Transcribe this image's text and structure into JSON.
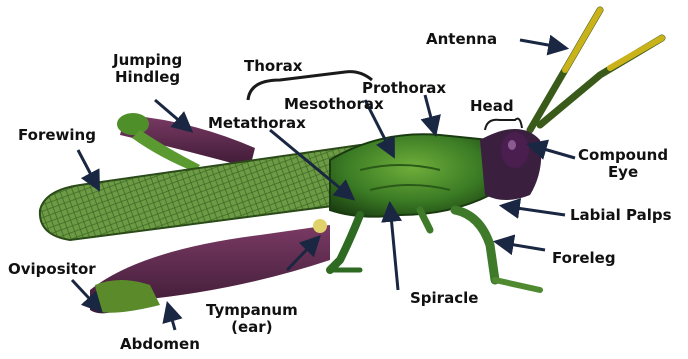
{
  "labels": {
    "antenna": "Antenna",
    "jumping_hindleg_line1": "Jumping",
    "jumping_hindleg_line2": "Hindleg",
    "thorax": "Thorax",
    "prothorax": "Prothorax",
    "mesothorax": "Mesothorax",
    "head": "Head",
    "metathorax": "Metathorax",
    "forewing": "Forewing",
    "compound_eye_line1": "Compound",
    "compound_eye_line2": "Eye",
    "labial_palps": "Labial Palps",
    "ovipositor": "Ovipositor",
    "foreleg": "Foreleg",
    "tympanum_line1": "Tympanum",
    "tympanum_line2": "(ear)",
    "spiracle": "Spiracle",
    "abdomen": "Abdomen"
  },
  "colors": {
    "arrow": "#1a2742",
    "body_green": "#3f7a2a",
    "body_dark": "#1f4a18",
    "wing_green": "#5f8f3a",
    "leg_purple": "#5a2a4a",
    "eye_purple": "#4a1f4f",
    "antenna_yellow": "#c9b21a"
  }
}
